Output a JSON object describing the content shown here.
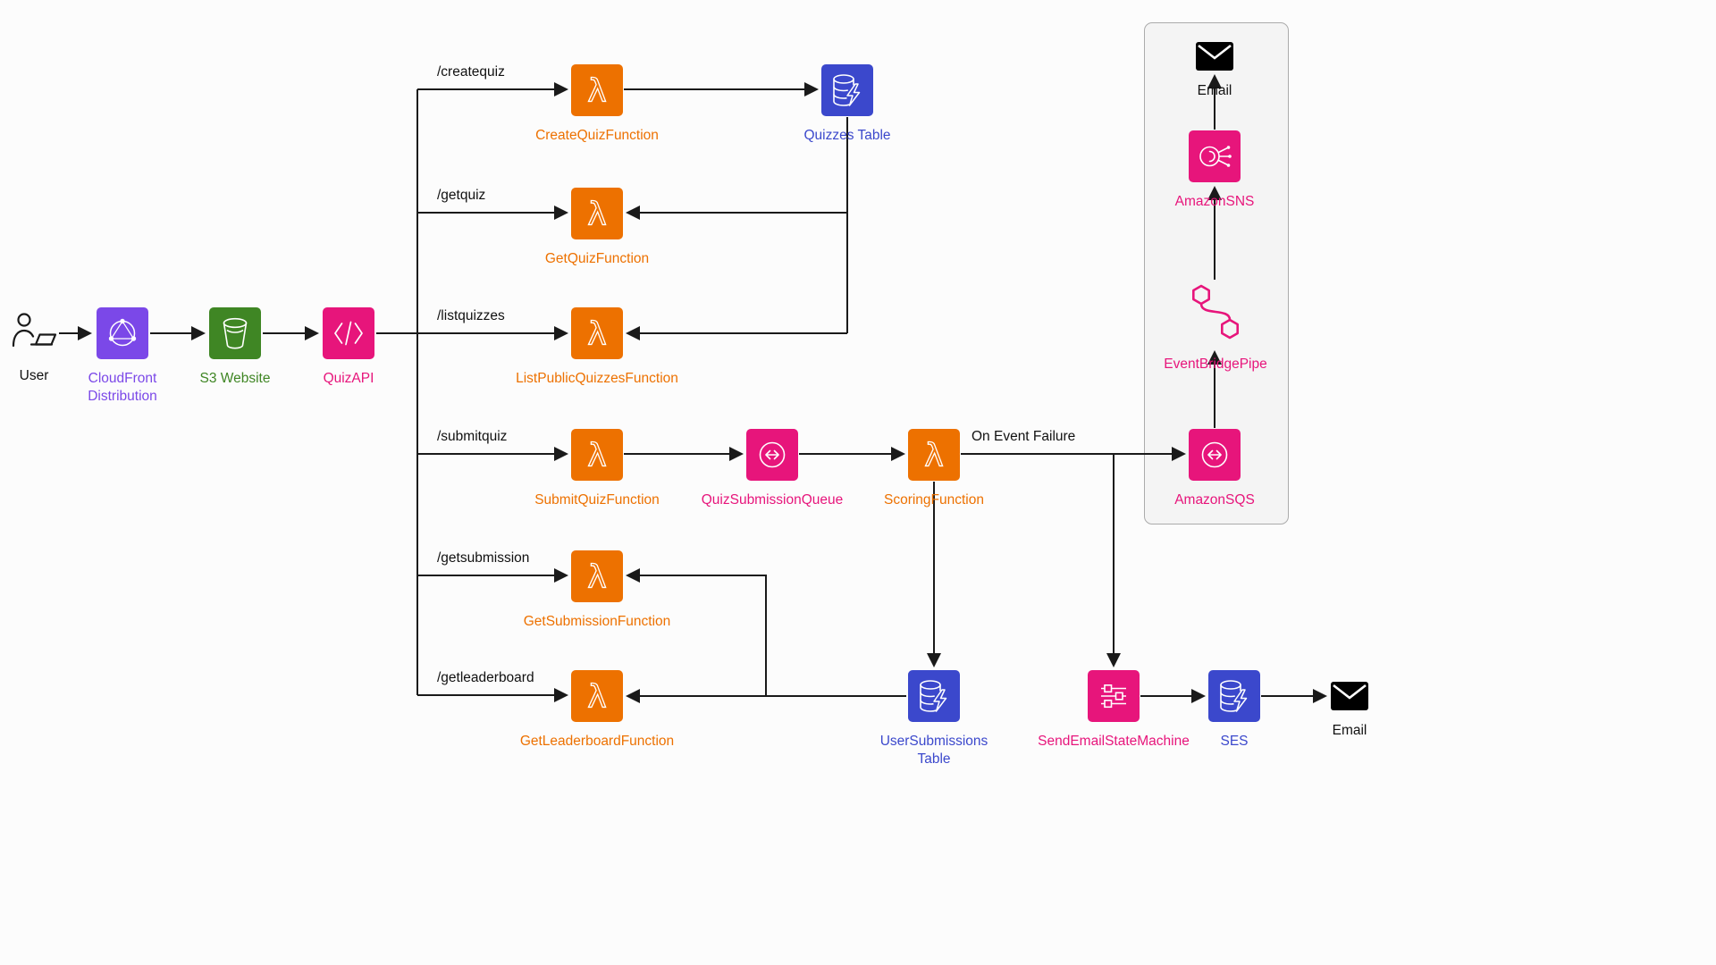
{
  "colors": {
    "orange": "#ED7100",
    "pink": "#E7157B",
    "blue": "#3B48CC",
    "purple": "#7B48E8",
    "green": "#3F8624",
    "line": "#1a1a1a",
    "panel_bg": "#f4f4f4",
    "panel_border": "#ababab"
  },
  "nodes": {
    "user": {
      "label": "User"
    },
    "cloudfront": {
      "label": "CloudFront Distribution"
    },
    "s3": {
      "label": "S3 Website"
    },
    "quizapi": {
      "label": "QuizAPI"
    },
    "create_quiz_function": {
      "label": "CreateQuizFunction"
    },
    "quizzes_table": {
      "label": "Quizzes Table"
    },
    "get_quiz_function": {
      "label": "GetQuizFunction"
    },
    "list_public_quizzes_function": {
      "label": "ListPublicQuizzesFunction"
    },
    "submit_quiz_function": {
      "label": "SubmitQuizFunction"
    },
    "quiz_submission_queue": {
      "label": "QuizSubmissionQueue"
    },
    "scoring_function": {
      "label": "ScoringFunction"
    },
    "get_submission_function": {
      "label": "GetSubmissionFunction"
    },
    "get_leaderboard_function": {
      "label": "GetLeaderboardFunction"
    },
    "user_submissions_table": {
      "label": "UserSubmissions Table"
    },
    "send_email_state_machine": {
      "label": "SendEmailStateMachine"
    },
    "ses": {
      "label": "SES"
    },
    "email_ses": {
      "label": "Email"
    },
    "email_sns": {
      "label": "Email"
    },
    "amazon_sns": {
      "label": "AmazonSNS"
    },
    "event_bridge_pipe": {
      "label": "EventBridgePipe"
    },
    "amazon_sqs": {
      "label": "AmazonSQS"
    }
  },
  "routes": {
    "create_quiz": "/createquiz",
    "get_quiz": "/getquiz",
    "list_quizzes": "/listquizzes",
    "submit_quiz": "/submitquiz",
    "get_submission": "/getsubmission",
    "get_leaderboard": "/getleaderboard"
  },
  "annotations": {
    "on_event_failure": "On Event Failure"
  }
}
